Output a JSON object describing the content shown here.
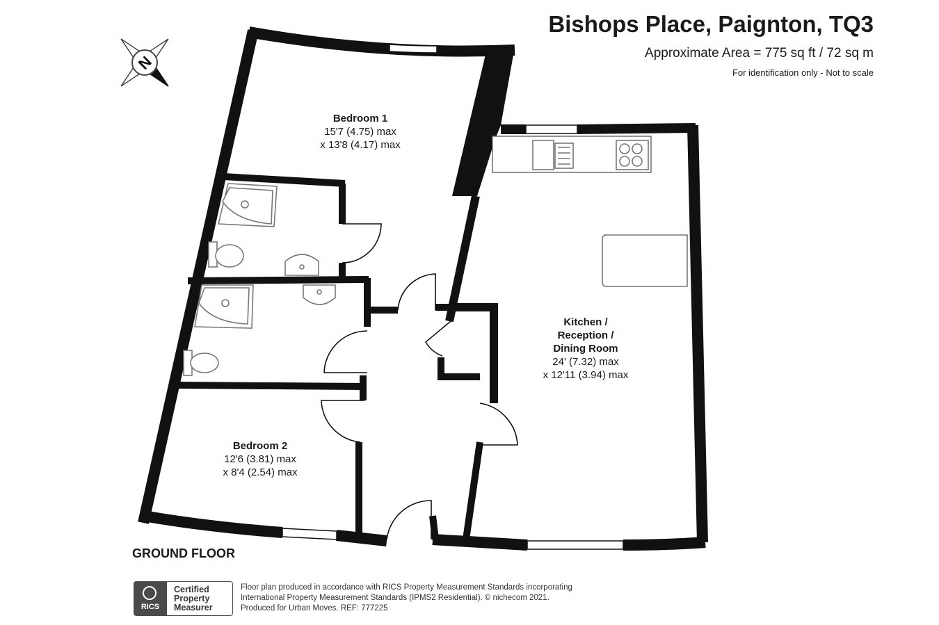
{
  "header": {
    "title": "Bishops Place, Paignton, TQ3",
    "area": "Approximate Area = 775 sq ft / 72 sq m",
    "note": "For identification only - Not to scale"
  },
  "compass": {
    "label": "N",
    "icon": "compass-north-icon"
  },
  "floor_label": "GROUND FLOOR",
  "rooms": {
    "bedroom1": {
      "name": "Bedroom 1",
      "dim1": "15'7 (4.75) max",
      "dim2": "x 13'8 (4.17) max"
    },
    "bedroom2": {
      "name": "Bedroom 2",
      "dim1": "12'6 (3.81) max",
      "dim2": "x 8'4 (2.54) max"
    },
    "kitchen": {
      "name1": "Kitchen /",
      "name2": "Reception /",
      "name3": "Dining Room",
      "dim1": "24' (7.32) max",
      "dim2": "x 12'11 (3.94) max"
    }
  },
  "badge": {
    "mark": "RICS",
    "label": "Certified\nProperty\nMeasurer"
  },
  "credits": {
    "line1": "Floor plan produced in accordance with RICS Property Measurement Standards incorporating",
    "line2": "International Property Measurement Standards (IPMS2 Residential).  © nichecom 2021.",
    "line3": "Produced for Urban Moves.   REF:  777225"
  },
  "colors": {
    "wall": "#111111",
    "window": "#ffffff",
    "fixture": "#777777"
  }
}
